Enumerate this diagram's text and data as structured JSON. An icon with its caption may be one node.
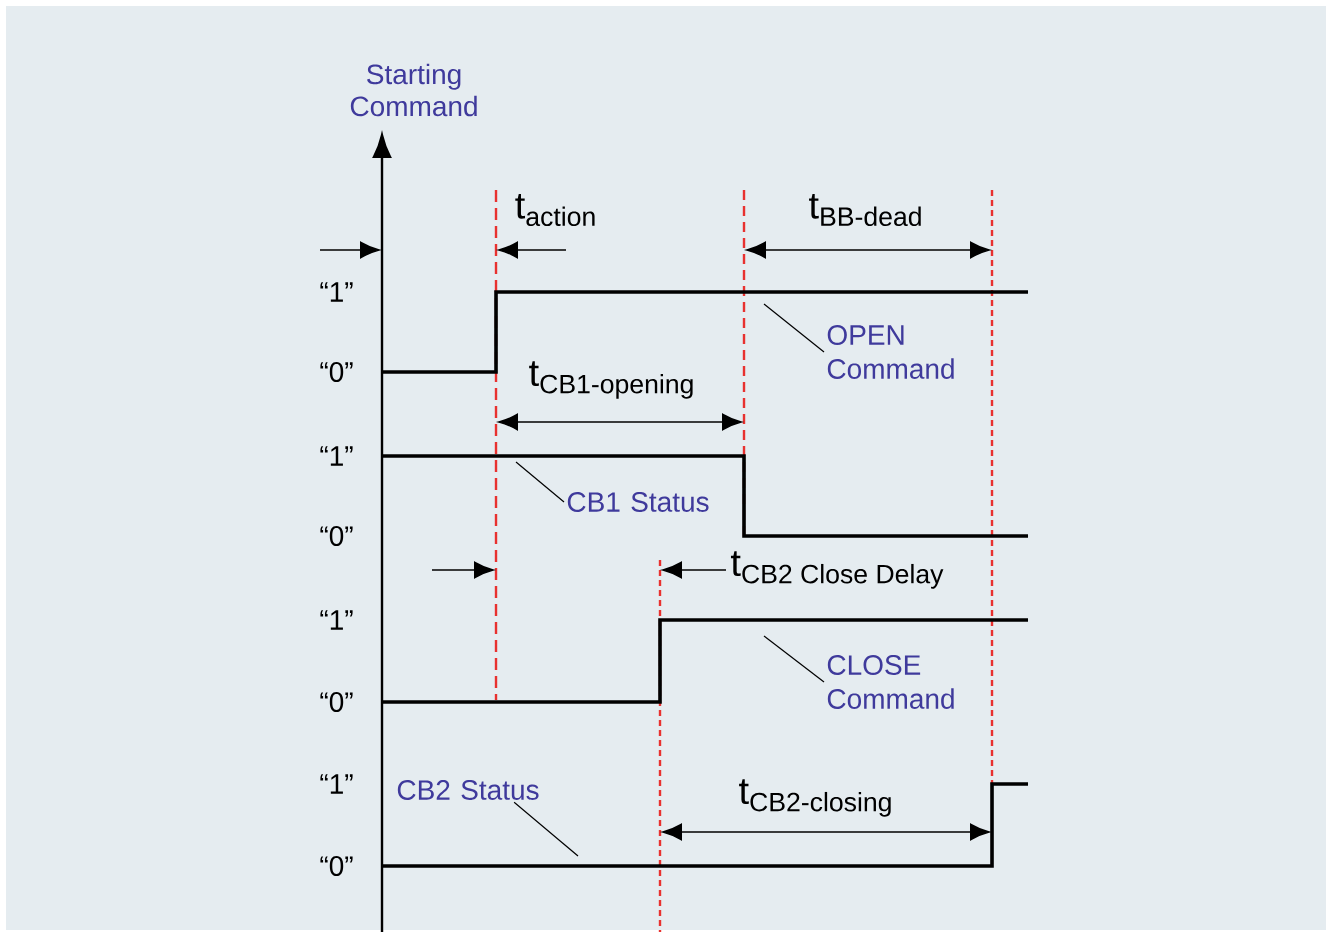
{
  "diagram": {
    "nodes": [
      {
        "text": [
          "OPEN Command"
        ]
      },
      {
        "text": [
          "CB1 Status"
        ]
      },
      {
        "text": [
          "CLOSE Command"
        ]
      },
      {
        "text": [
          "CB2 Status"
        ]
      }
    ],
    "edges": [
      {
        "from": 0,
        "to": null,
        "arrow": "none"
      },
      {
        "from": 1,
        "to": null,
        "arrow": "none"
      },
      {
        "from": 2,
        "to": null,
        "arrow": "none"
      },
      {
        "from": 3,
        "to": null,
        "arrow": "none"
      }
    ],
    "labels": [
      "Starting Command",
      "\\text{t}_{\\text{action}}",
      "\\text{t}_{\\text{BB-dead}}",
      "“1”",
      "“0”",
      "\\text{t}_{\\text{CB1-opening}}",
      "“1”",
      "“0”",
      "\\text{t}_{\\text{CB2 Close Delay}}",
      "“1”",
      "“0”",
      "“1”",
      "\\text{t}_{\\text{CB2-closing}}",
      "“0”"
    ]
  }
}
